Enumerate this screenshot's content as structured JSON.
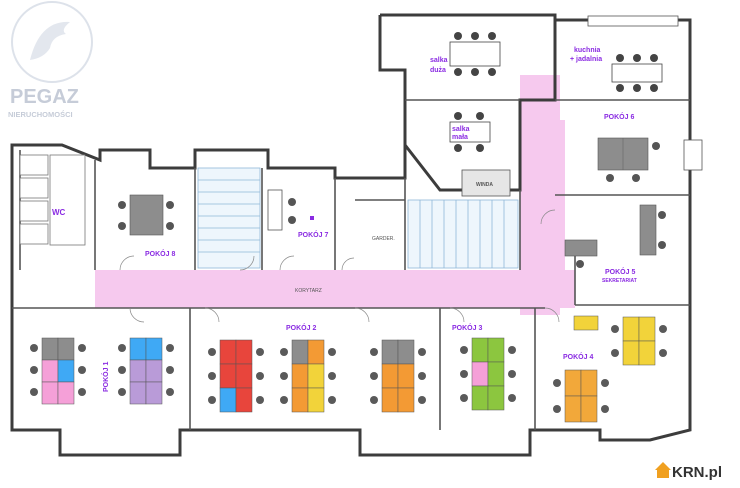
{
  "brand": {
    "name": "PEGAZ",
    "subtitle": "NIERUCHOMOŚCI"
  },
  "watermark": {
    "text": "KRN.pl"
  },
  "rooms": {
    "wc": "WC",
    "pokoj8": "POKÓJ 8",
    "pokoj7": "POKÓJ 7",
    "salka_duza_1": "salka",
    "salka_duza_2": "duża",
    "salka_mala_1": "salka",
    "salka_mala_2": "mała",
    "kuchnia_1": "kuchnia",
    "kuchnia_2": "+ jadalnia",
    "pokoj6": "POKÓJ 6",
    "winda": "WINDA",
    "pokoj5": "POKÓJ 5",
    "sekretariat": "SEKRETARIAT",
    "pokoj1": "POKÓJ 1",
    "pokoj2": "POKÓJ 2",
    "pokoj3": "POKÓJ 3",
    "pokoj4": "POKÓJ 4",
    "korytarz": "KORYTARZ",
    "garderoba": "GARDER."
  },
  "colors": {
    "corridor": "#f6c9ee",
    "red": "#e8453c",
    "orange": "#f39a34",
    "yellow": "#f2d33a",
    "green": "#8cc63f",
    "purple": "#b99bd8",
    "blue": "#3fa9f5",
    "pink": "#f5a0d8",
    "gray": "#8d8d8d",
    "room_label": "#8a2be2"
  }
}
